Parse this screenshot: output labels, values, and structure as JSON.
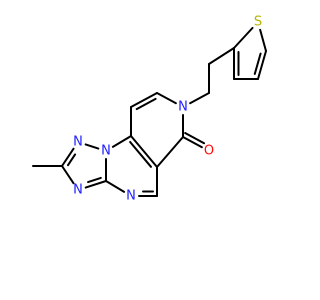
{
  "molecule": {
    "colors": {
      "background": "#ffffff",
      "bond": "#000000",
      "N": "#2121ff",
      "O": "#ff0d0d",
      "S": "#b5b500",
      "C": "#000000"
    },
    "atoms": [
      {
        "id": 1,
        "element": "C",
        "label": ""
      },
      {
        "id": 2,
        "element": "C",
        "label": ""
      },
      {
        "id": 3,
        "element": "N",
        "label": "N"
      },
      {
        "id": 4,
        "element": "N",
        "label": "N"
      },
      {
        "id": 5,
        "element": "C",
        "label": ""
      },
      {
        "id": 6,
        "element": "N",
        "label": "N"
      },
      {
        "id": 7,
        "element": "N",
        "label": "N"
      },
      {
        "id": 8,
        "element": "C",
        "label": ""
      },
      {
        "id": 9,
        "element": "C",
        "label": ""
      },
      {
        "id": 10,
        "element": "C",
        "label": ""
      },
      {
        "id": 11,
        "element": "C",
        "label": ""
      },
      {
        "id": 12,
        "element": "C",
        "label": ""
      },
      {
        "id": 13,
        "element": "N",
        "label": "N"
      },
      {
        "id": 14,
        "element": "C",
        "label": ""
      },
      {
        "id": 15,
        "element": "O",
        "label": "O"
      },
      {
        "id": 16,
        "element": "C",
        "label": ""
      },
      {
        "id": 17,
        "element": "C",
        "label": ""
      },
      {
        "id": 18,
        "element": "C",
        "label": ""
      },
      {
        "id": 19,
        "element": "S",
        "label": "S"
      },
      {
        "id": 20,
        "element": "C",
        "label": ""
      },
      {
        "id": 21,
        "element": "C",
        "label": ""
      },
      {
        "id": 22,
        "element": "C",
        "label": ""
      }
    ],
    "bonds": [
      {
        "a": 1,
        "b": 2,
        "order": 1
      },
      {
        "a": 2,
        "b": 3,
        "order": 2
      },
      {
        "a": 3,
        "b": 4,
        "order": 1
      },
      {
        "a": 4,
        "b": 5,
        "order": 1
      },
      {
        "a": 5,
        "b": 6,
        "order": 2
      },
      {
        "a": 6,
        "b": 2,
        "order": 1
      },
      {
        "a": 4,
        "b": 8,
        "order": 1
      },
      {
        "a": 5,
        "b": 7,
        "order": 1
      },
      {
        "a": 7,
        "b": 10,
        "order": 2
      },
      {
        "a": 10,
        "b": 9,
        "order": 1
      },
      {
        "a": 9,
        "b": 8,
        "order": 2
      },
      {
        "a": 8,
        "b": 11,
        "order": 1
      },
      {
        "a": 11,
        "b": 12,
        "order": 2
      },
      {
        "a": 12,
        "b": 13,
        "order": 1
      },
      {
        "a": 13,
        "b": 14,
        "order": 1
      },
      {
        "a": 14,
        "b": 9,
        "order": 1
      },
      {
        "a": 14,
        "b": 15,
        "order": 2
      },
      {
        "a": 13,
        "b": 16,
        "order": 1
      },
      {
        "a": 16,
        "b": 17,
        "order": 1
      },
      {
        "a": 17,
        "b": 18,
        "order": 1
      },
      {
        "a": 18,
        "b": 19,
        "order": 1
      },
      {
        "a": 19,
        "b": 20,
        "order": 1
      },
      {
        "a": 20,
        "b": 21,
        "order": 2
      },
      {
        "a": 21,
        "b": 22,
        "order": 1
      },
      {
        "a": 22,
        "b": 18,
        "order": 2
      }
    ]
  }
}
